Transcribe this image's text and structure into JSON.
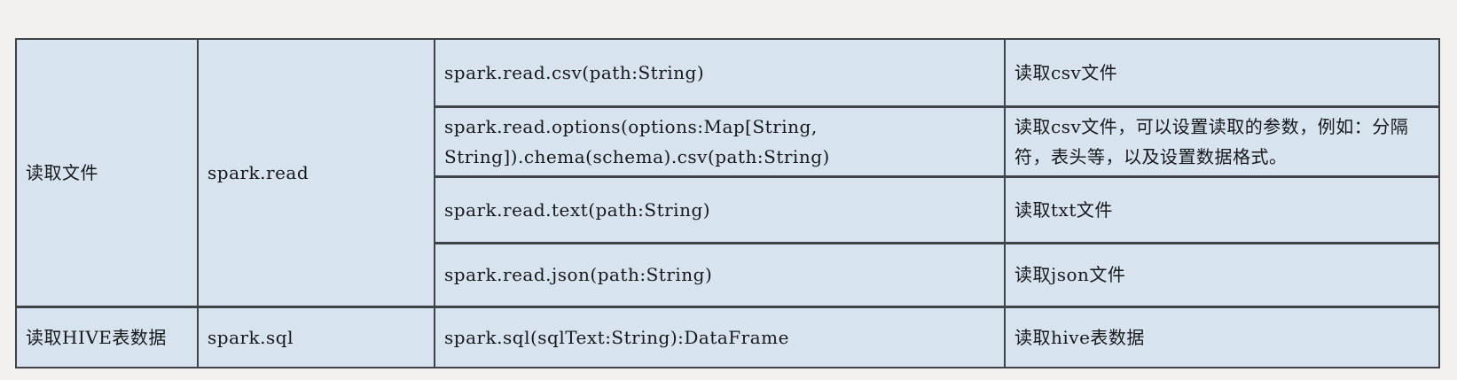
{
  "table": {
    "cell_bg": "#d7e3ee",
    "border_color": "#3f4347",
    "columns": [
      "category",
      "api",
      "signature",
      "description"
    ],
    "groups": [
      {
        "category": "读取文件",
        "api": "spark.read",
        "rows": [
          {
            "signature": "spark.read.csv(path:String)",
            "description": "读取csv文件"
          },
          {
            "signature": "spark.read.options(options:Map[String,\nString]).chema(schema).csv(path:String)",
            "description": "读取csv文件，可以设置读取的参数，例如：分隔符，表头等，以及设置数据格式。"
          },
          {
            "signature": "spark.read.text(path:String)",
            "description": "读取txt文件"
          },
          {
            "signature": "spark.read.json(path:String)",
            "description": "读取json文件"
          }
        ]
      },
      {
        "category": "读取HIVE表数据",
        "api": "spark.sql",
        "rows": [
          {
            "signature": "spark.sql(sqlText:String):DataFrame",
            "description": "读取hive表数据"
          }
        ]
      }
    ]
  }
}
